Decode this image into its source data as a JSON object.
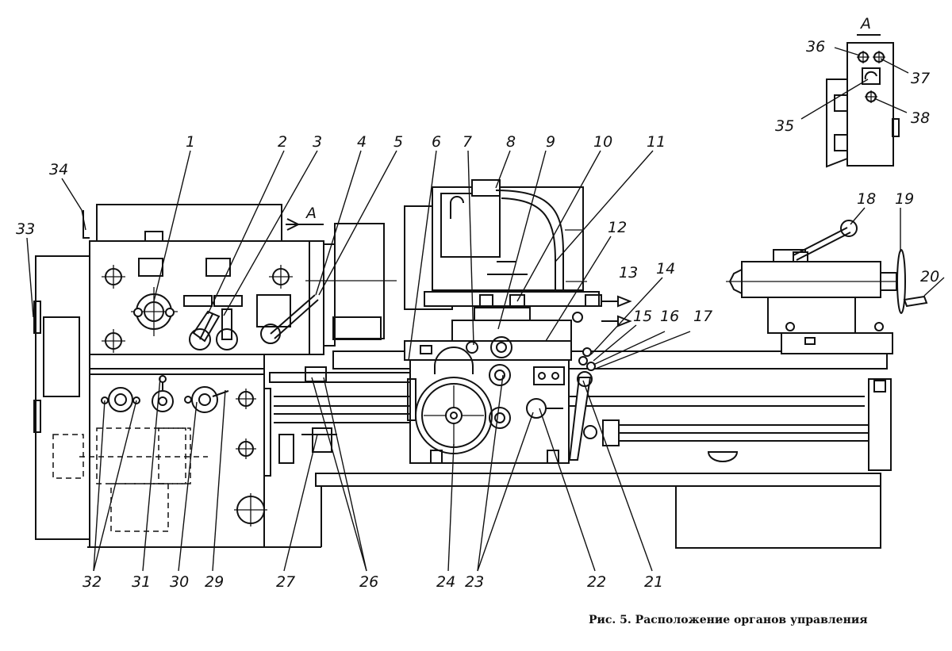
{
  "caption": "Рис. 5. Расположение органов управления",
  "view_label": "А",
  "view_marker": "А",
  "callouts": [
    "1",
    "2",
    "3",
    "4",
    "5",
    "6",
    "7",
    "8",
    "9",
    "10",
    "11",
    "12",
    "13",
    "14",
    "15",
    "16",
    "17",
    "18",
    "19",
    "20",
    "21",
    "22",
    "23",
    "24",
    "26",
    "27",
    "29",
    "30",
    "31",
    "32",
    "33",
    "34",
    "35",
    "36",
    "37",
    "38"
  ]
}
